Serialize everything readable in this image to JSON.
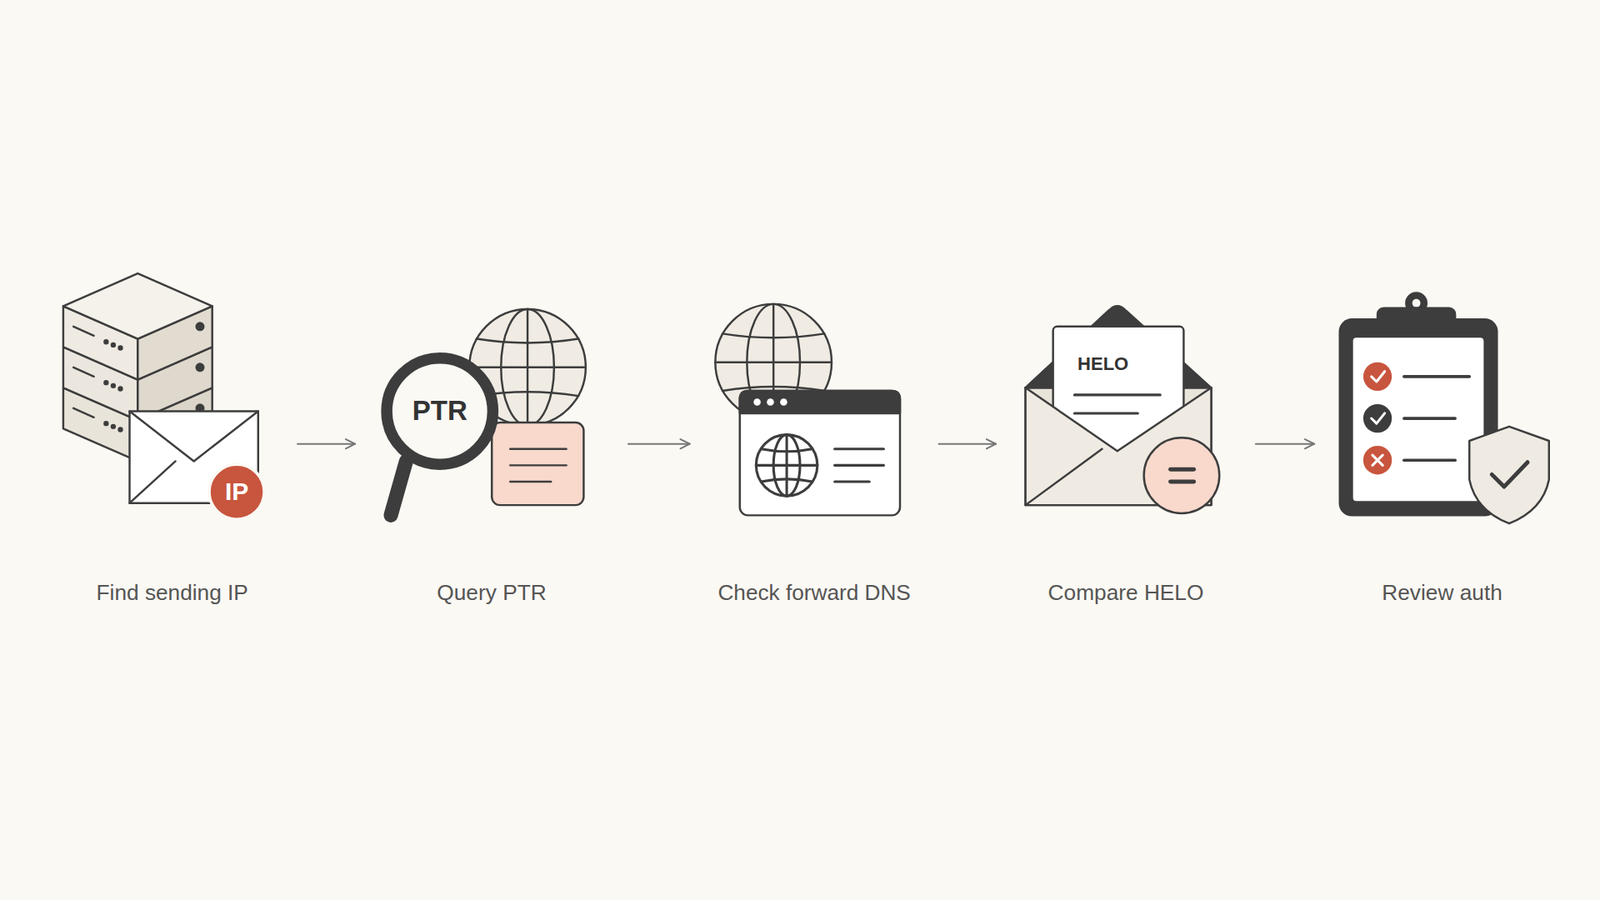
{
  "diagram": {
    "nodes": [
      {
        "text": [
          "Find sending IP"
        ]
      },
      {
        "text": [
          "IP"
        ],
        "in": 0
      },
      {
        "text": [
          "Query PTR"
        ]
      },
      {
        "text": [
          "PTR"
        ],
        "in": 2
      },
      {
        "text": [
          "Check forward DNS"
        ]
      },
      {
        "text": [
          "Compare HELO"
        ]
      },
      {
        "text": [
          "HELO"
        ],
        "in": 5
      },
      {
        "text": [
          "Review auth"
        ]
      }
    ],
    "edges": [
      {
        "from": 0,
        "to": 2,
        "arrow": "to"
      },
      {
        "from": 2,
        "to": 4,
        "arrow": "to"
      },
      {
        "from": 4,
        "to": 5,
        "arrow": "to"
      },
      {
        "from": 5,
        "to": 7,
        "arrow": "to"
      }
    ]
  }
}
